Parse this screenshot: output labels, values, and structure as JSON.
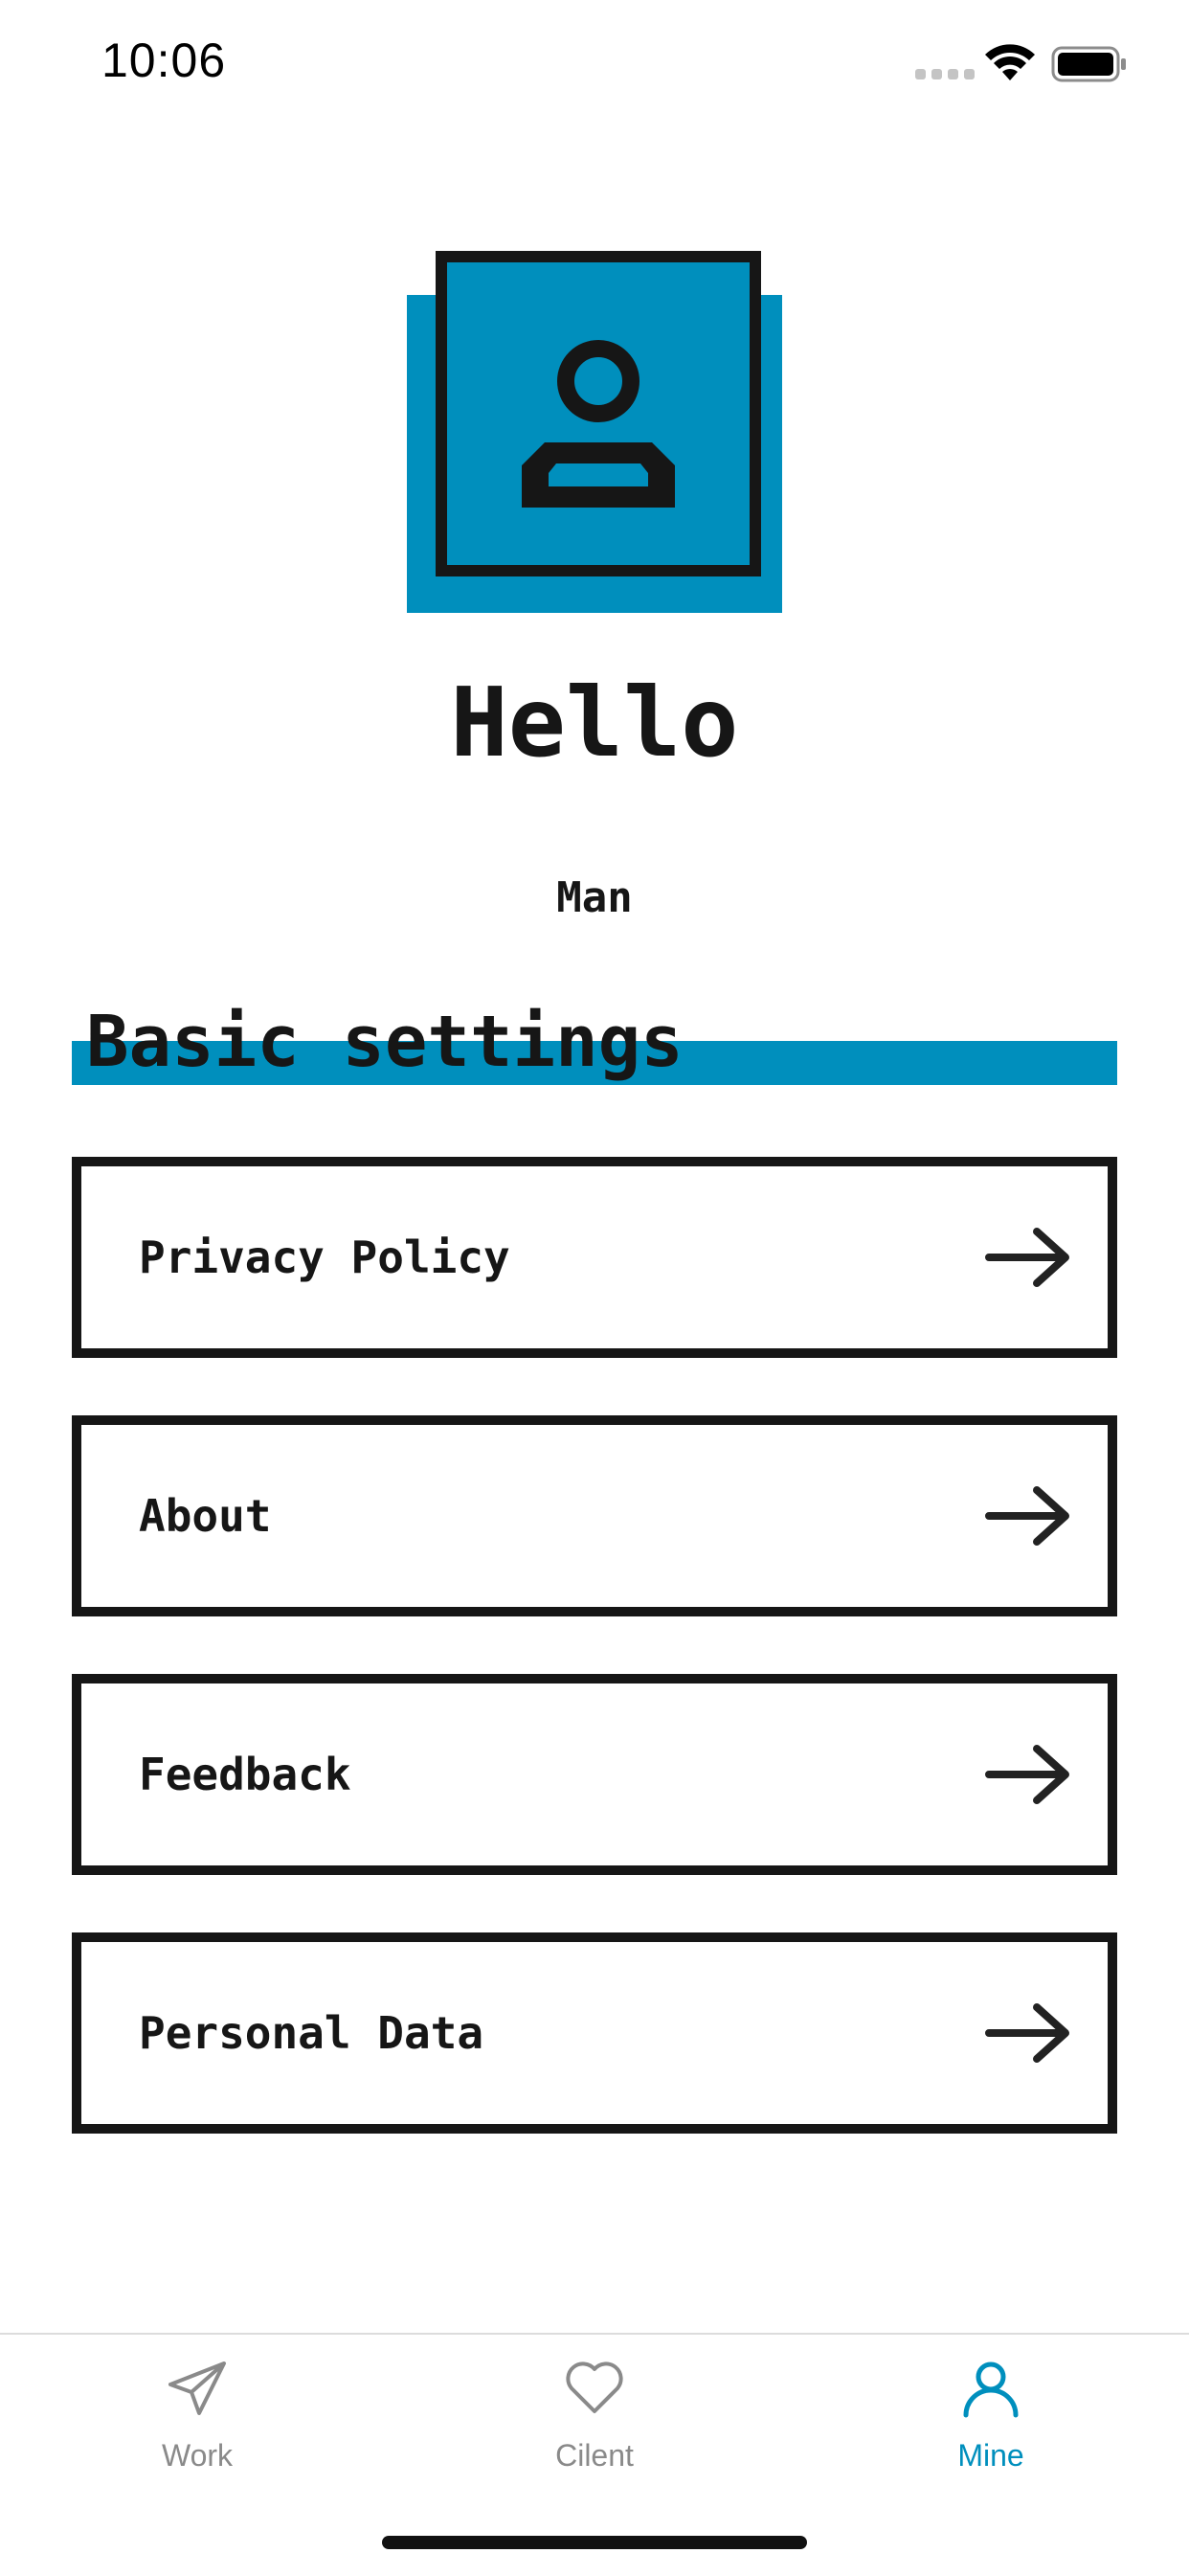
{
  "status_bar": {
    "time": "10:06"
  },
  "profile": {
    "greeting": "Hello",
    "username": "Man"
  },
  "section": {
    "title": "Basic settings"
  },
  "settings": [
    {
      "label": "Privacy Policy"
    },
    {
      "label": "About"
    },
    {
      "label": "Feedback"
    },
    {
      "label": "Personal Data"
    }
  ],
  "tabs": [
    {
      "label": "Work",
      "icon": "send-icon",
      "active": false
    },
    {
      "label": "Cilent",
      "icon": "heart-icon",
      "active": false
    },
    {
      "label": "Mine",
      "icon": "user-icon",
      "active": true
    }
  ],
  "colors": {
    "accent": "#008FBD",
    "text": "#161616",
    "inactive_tab": "#8A8A8A"
  }
}
